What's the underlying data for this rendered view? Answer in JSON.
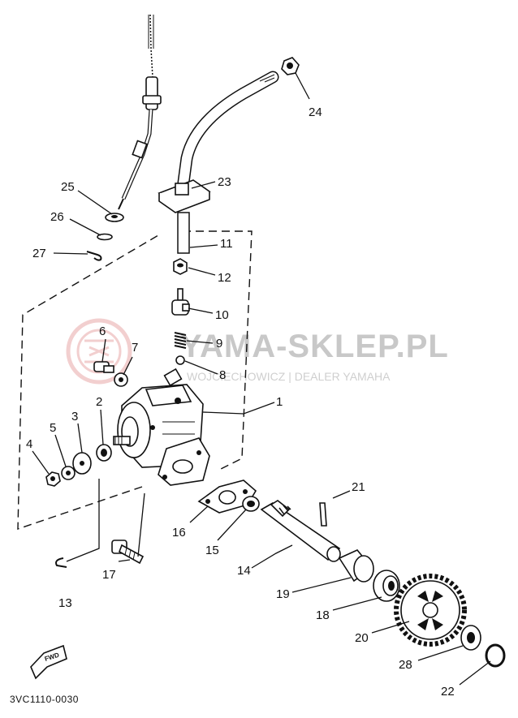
{
  "diagram_code": "3VC1110-0030",
  "watermark": {
    "title": "YAMA-SKLEP.PL",
    "subtitle": "WOJCIECHOWICZ | DEALER YAMAHA",
    "logo_color": "#e8a8a8"
  },
  "fwd_label": "FWD",
  "callouts": [
    {
      "id": "c1",
      "label": "1"
    },
    {
      "id": "c2",
      "label": "2"
    },
    {
      "id": "c3",
      "label": "3"
    },
    {
      "id": "c4",
      "label": "4"
    },
    {
      "id": "c5",
      "label": "5"
    },
    {
      "id": "c6",
      "label": "6"
    },
    {
      "id": "c7",
      "label": "7"
    },
    {
      "id": "c8",
      "label": "8"
    },
    {
      "id": "c9",
      "label": "9"
    },
    {
      "id": "c10",
      "label": "10"
    },
    {
      "id": "c11",
      "label": "11"
    },
    {
      "id": "c12",
      "label": "12"
    },
    {
      "id": "c13",
      "label": "13"
    },
    {
      "id": "c14",
      "label": "14"
    },
    {
      "id": "c15",
      "label": "15"
    },
    {
      "id": "c16",
      "label": "16"
    },
    {
      "id": "c17",
      "label": "17"
    },
    {
      "id": "c18",
      "label": "18"
    },
    {
      "id": "c19",
      "label": "19"
    },
    {
      "id": "c20",
      "label": "20"
    },
    {
      "id": "c21",
      "label": "21"
    },
    {
      "id": "c22",
      "label": "22"
    },
    {
      "id": "c23",
      "label": "23"
    },
    {
      "id": "c24",
      "label": "24"
    },
    {
      "id": "c25",
      "label": "25"
    },
    {
      "id": "c26",
      "label": "26"
    },
    {
      "id": "c27",
      "label": "27"
    },
    {
      "id": "c28",
      "label": "28"
    }
  ]
}
